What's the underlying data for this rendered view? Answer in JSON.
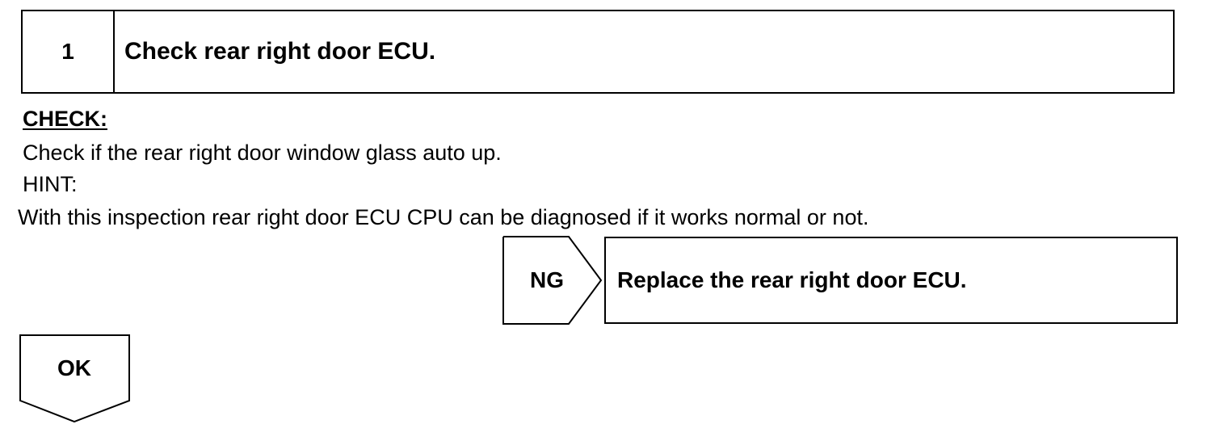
{
  "step": {
    "number": "1",
    "title": "Check rear right door ECU."
  },
  "check": {
    "label": "CHECK:",
    "instruction": "Check if the rear right door window glass auto up.",
    "hint_label": "HINT:",
    "hint_text": "With this inspection rear right door ECU CPU can be diagnosed if it works normal or not."
  },
  "ng_branch": {
    "label": "NG",
    "result": "Replace the rear right door ECU."
  },
  "ok_branch": {
    "label": "OK"
  }
}
